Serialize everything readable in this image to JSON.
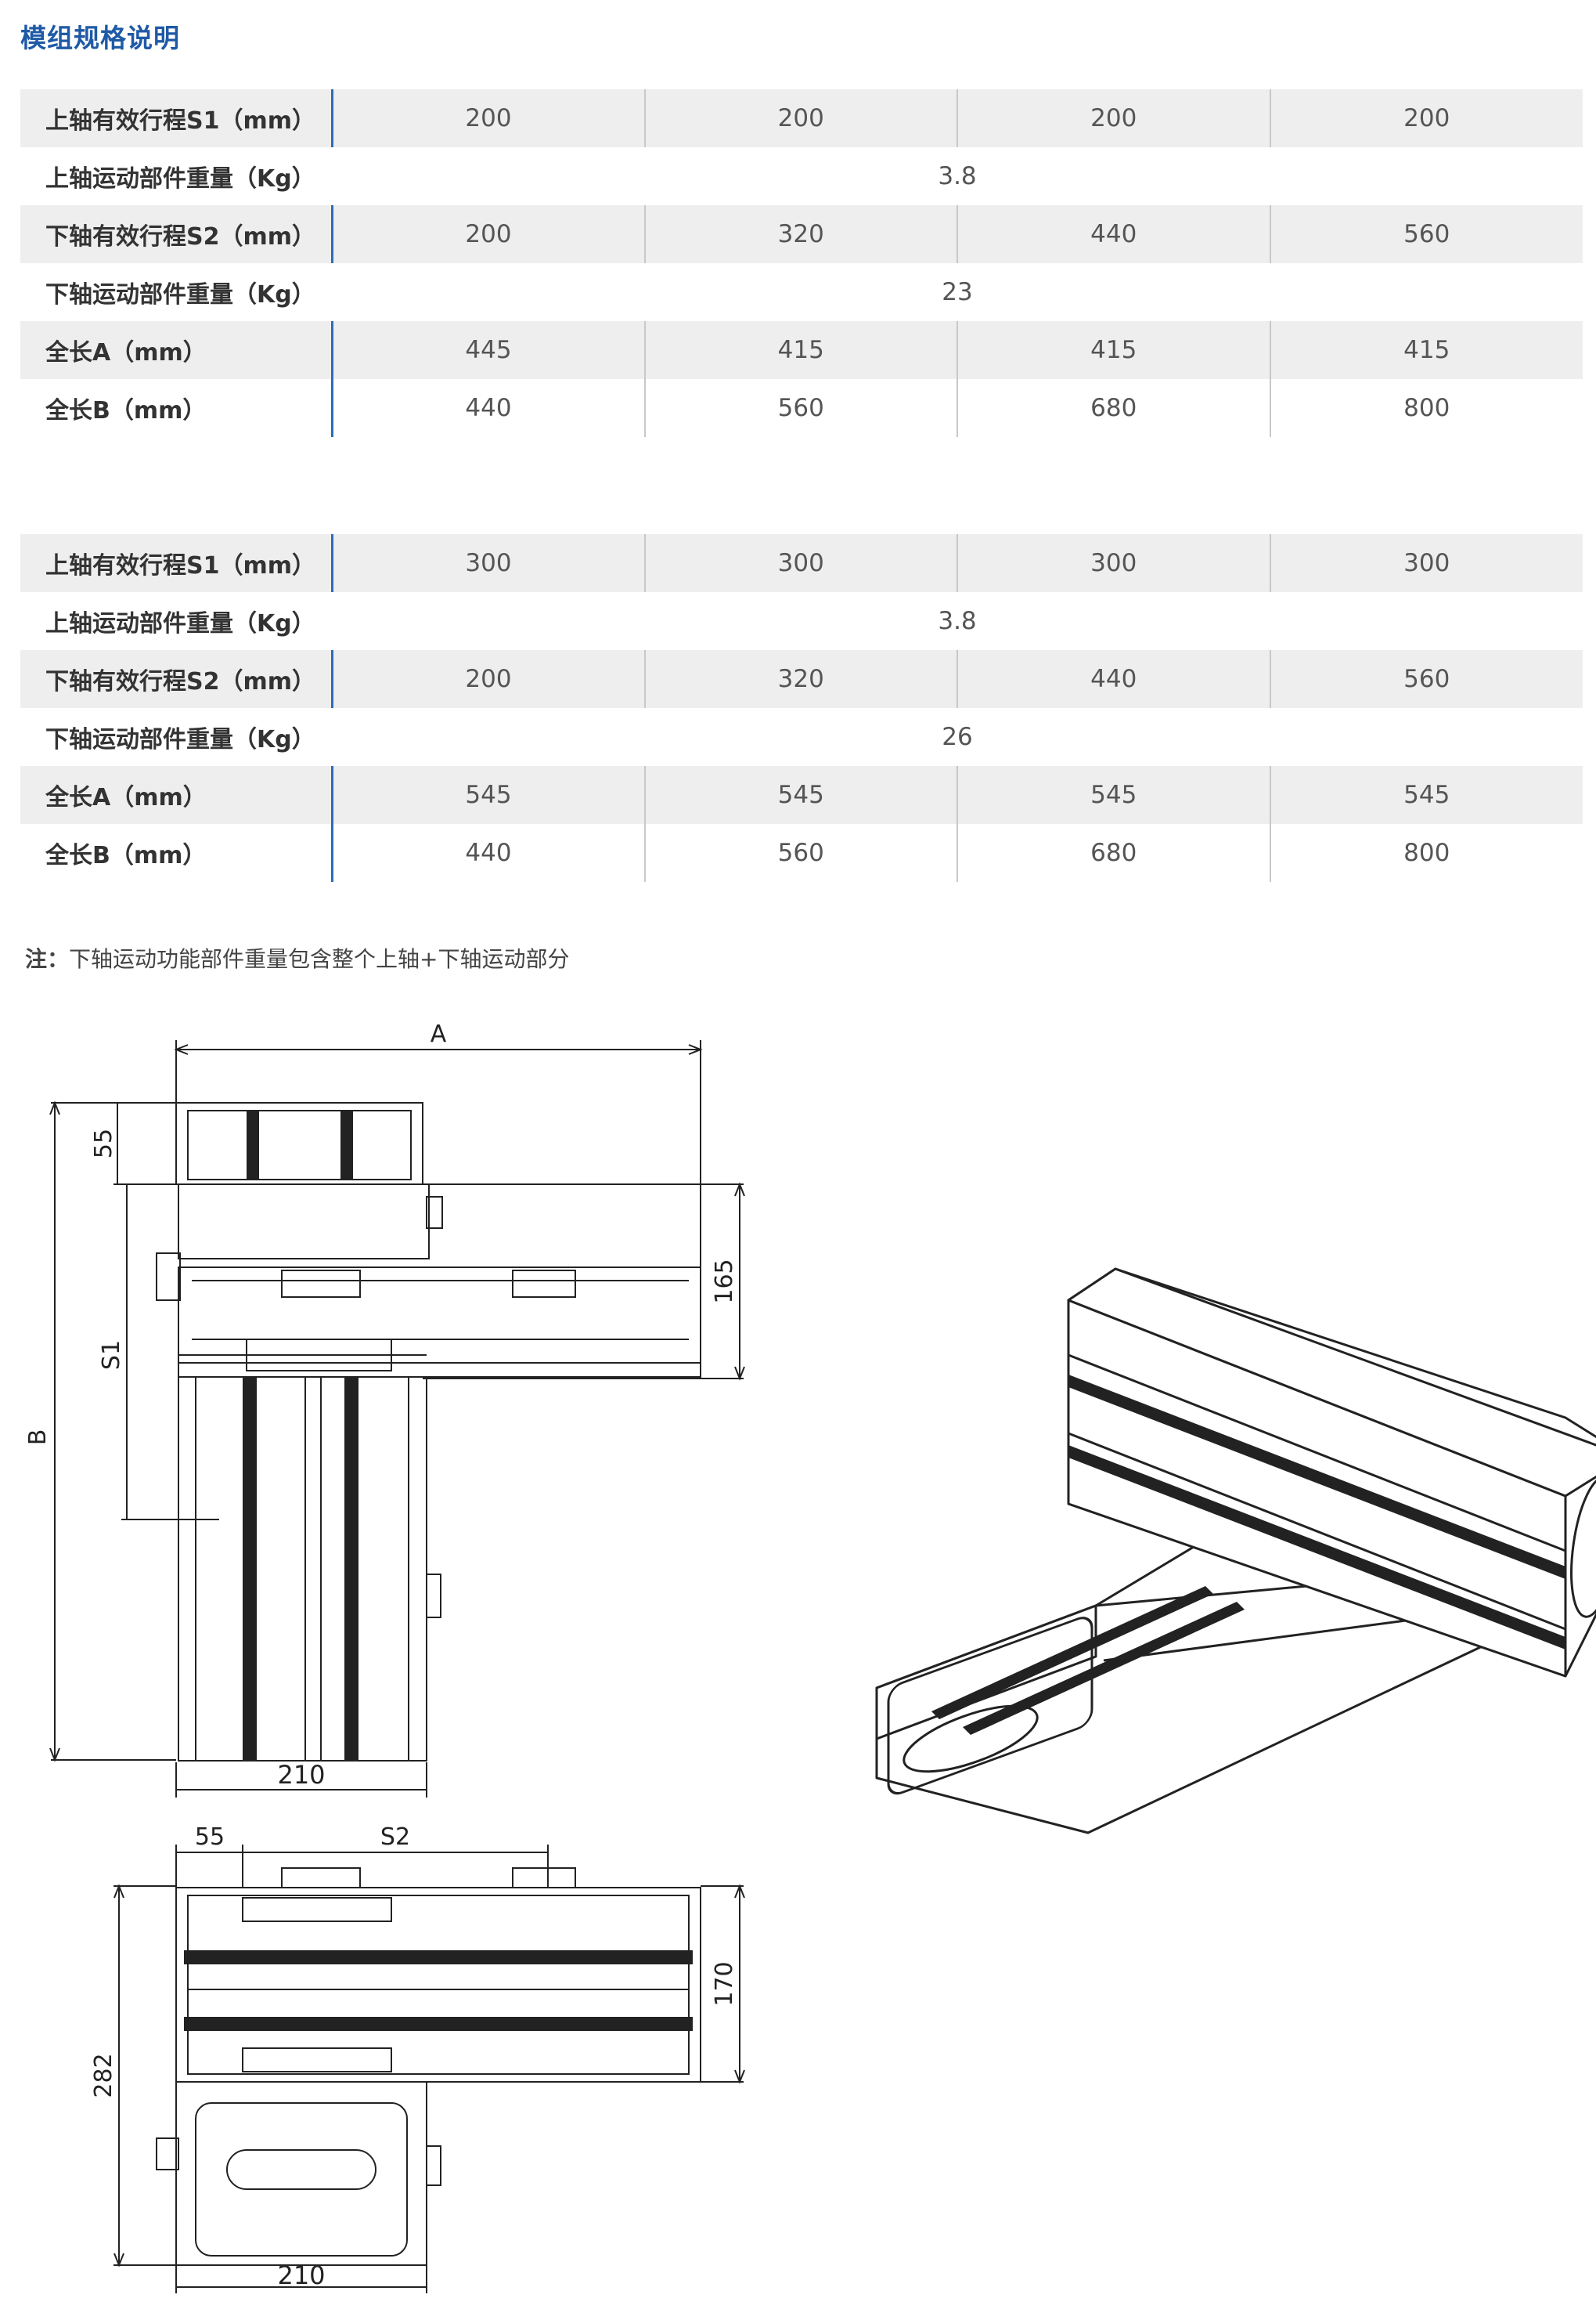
{
  "title": "模组规格说明",
  "tables": [
    {
      "rows": [
        {
          "label": "上轴有效行程S1（mm）",
          "values": [
            "200",
            "200",
            "200",
            "200"
          ],
          "shade": true
        },
        {
          "label": "上轴运动部件重量（Kg）",
          "value": "3.8",
          "shade": false
        },
        {
          "label": "下轴有效行程S2（mm）",
          "values": [
            "200",
            "320",
            "440",
            "560"
          ],
          "shade": true
        },
        {
          "label": "下轴运动部件重量（Kg）",
          "value": "23",
          "shade": false
        },
        {
          "label": "全长A（mm）",
          "values": [
            "445",
            "415",
            "415",
            "415"
          ],
          "shade": true
        },
        {
          "label": "全长B（mm）",
          "values": [
            "440",
            "560",
            "680",
            "800"
          ],
          "shade": false
        }
      ]
    },
    {
      "rows": [
        {
          "label": "上轴有效行程S1（mm）",
          "values": [
            "300",
            "300",
            "300",
            "300"
          ],
          "shade": true
        },
        {
          "label": "上轴运动部件重量（Kg）",
          "value": "3.8",
          "shade": false
        },
        {
          "label": "下轴有效行程S2（mm）",
          "values": [
            "200",
            "320",
            "440",
            "560"
          ],
          "shade": true
        },
        {
          "label": "下轴运动部件重量（Kg）",
          "value": "26",
          "shade": false
        },
        {
          "label": "全长A（mm）",
          "values": [
            "545",
            "545",
            "545",
            "545"
          ],
          "shade": true
        },
        {
          "label": "全长B（mm）",
          "values": [
            "440",
            "560",
            "680",
            "800"
          ],
          "shade": false
        }
      ]
    }
  ],
  "note": {
    "label": "注：",
    "text": "下轴运动功能部件重量包含整个上轴+下轴运动部分"
  },
  "drawing": {
    "dim_A": "A",
    "dim_B": "B",
    "dim_S1": "S1",
    "dim_S2": "S2",
    "dim_55_top": "55",
    "dim_165": "165",
    "dim_210_top": "210",
    "dim_55_bottom": "55",
    "dim_282": "282",
    "dim_170": "170",
    "dim_210_bottom": "210"
  }
}
